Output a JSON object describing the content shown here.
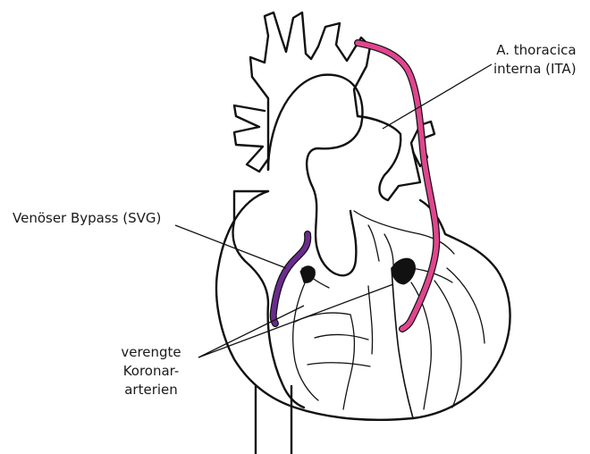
{
  "labels": {
    "ita": [
      "A. thoracica",
      "interna (ITA)"
    ],
    "svg": "Venöser Bypass (SVG)",
    "coronary": [
      "verengte",
      "Koronar-",
      "arterien"
    ]
  },
  "colors": {
    "outline": "#111111",
    "ita_graft": "#e0468f",
    "svg_graft": "#6a2c8e",
    "background": "#ffffff"
  }
}
